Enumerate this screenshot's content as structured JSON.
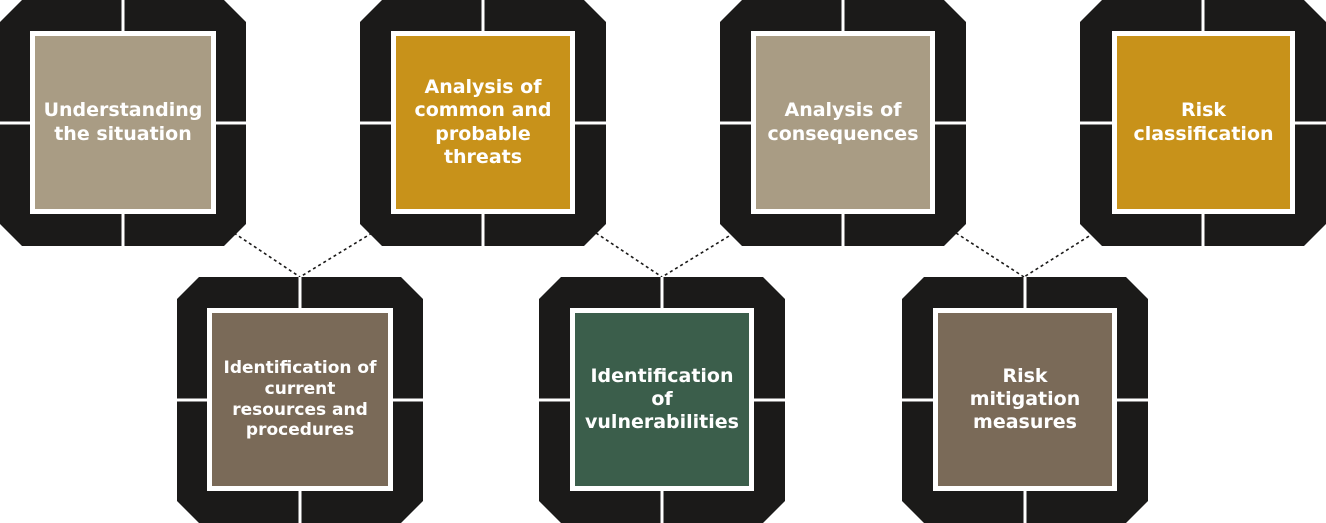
{
  "steps_top": [
    {
      "label": "Understanding the situation",
      "color": "#a99c84"
    },
    {
      "label": "Analysis of common and probable threats",
      "color": "#c8921a"
    },
    {
      "label": "Analysis of consequences",
      "color": "#a99c84"
    },
    {
      "label": "Risk classification",
      "color": "#c8921a"
    }
  ],
  "steps_bottom": [
    {
      "label": "Identification of current resources and procedures",
      "color": "#7a6a58"
    },
    {
      "label": "Identification of vulnerabilities",
      "color": "#3b5e4b"
    },
    {
      "label": "Risk mitigation measures",
      "color": "#7a6a58"
    }
  ],
  "colors": {
    "frame": "#1b1a19",
    "divider": "#ffffff",
    "connector": "#1b1a19"
  }
}
